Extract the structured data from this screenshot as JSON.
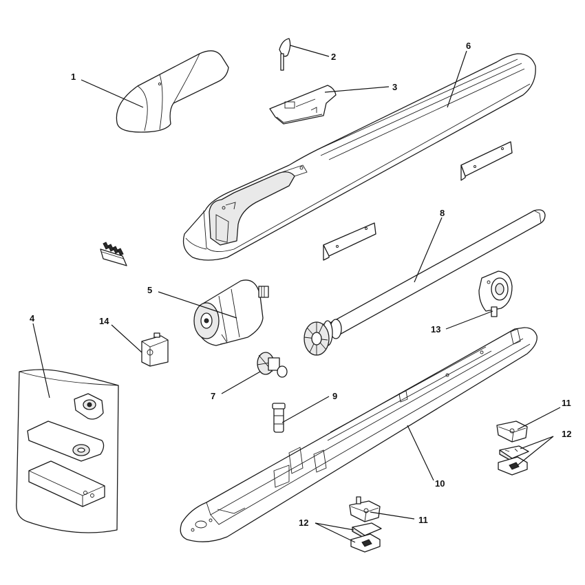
{
  "callouts": {
    "c1": "1",
    "c2": "2",
    "c3": "3",
    "c4": "4",
    "c5": "5",
    "c6": "6",
    "c7": "7",
    "c8": "8",
    "c9": "9",
    "c10": "10",
    "c11a": "11",
    "c11b": "11",
    "c12a": "12",
    "c12b": "12",
    "c13": "13",
    "c14": "14"
  }
}
